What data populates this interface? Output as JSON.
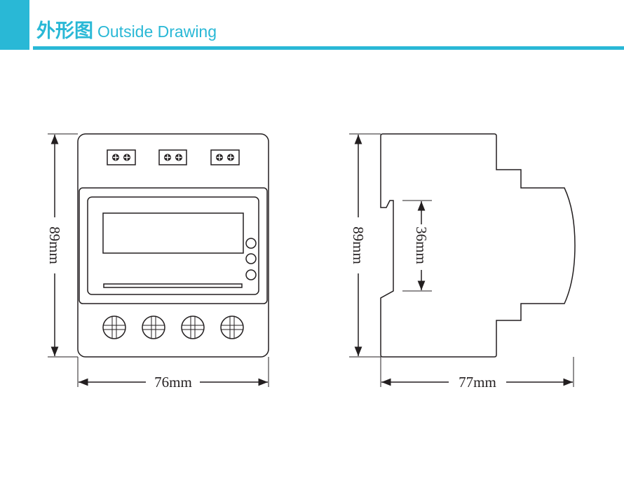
{
  "header": {
    "title_cn": "外形图",
    "title_en": "Outside Drawing",
    "accent_color": "#29b8d6"
  },
  "front_view": {
    "height_label": "89mm",
    "width_label": "76mm",
    "top_terminal_blocks": 3,
    "bottom_screws": 4,
    "indicator_lights": 3
  },
  "side_view": {
    "height_label": "89mm",
    "rail_label": "36mm",
    "depth_label": "77mm"
  }
}
